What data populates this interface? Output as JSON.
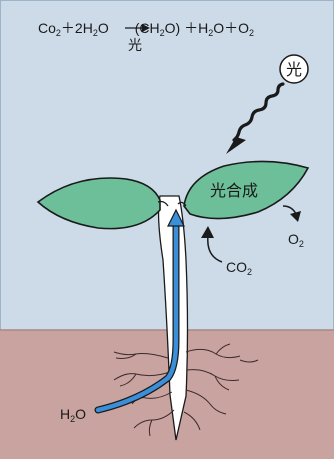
{
  "equation": {
    "left": "Co",
    "left_sub": "2",
    "plus_water": "＋2H",
    "water_sub": "2",
    "water_o": "O",
    "product_open": "(CH",
    "product_sub": "2",
    "product_close": "O) ＋H",
    "water2_sub": "2",
    "water2_o": "O＋O",
    "oxygen_sub": "2",
    "arrow_condition": "光"
  },
  "sun_badge": "光",
  "leaf_label": "光合成",
  "co2_label": {
    "base": "CO",
    "sub": "2"
  },
  "o2_label": {
    "base": "O",
    "sub": "2"
  },
  "h2o_label": {
    "base": "H",
    "sub": "2",
    "tail": "O"
  },
  "colors": {
    "sky": "#cddbe9",
    "sky_border": "#9fb3c8",
    "soil": "#c8a3a0",
    "soil_line": "#a88883",
    "leaf": "#6cbf98",
    "leaf_outline": "#1a1a1a",
    "stem": "#ffffff",
    "water_arrow": "#3a8fd8",
    "root": "#3d2a2a",
    "ink": "#1a1a1a"
  }
}
